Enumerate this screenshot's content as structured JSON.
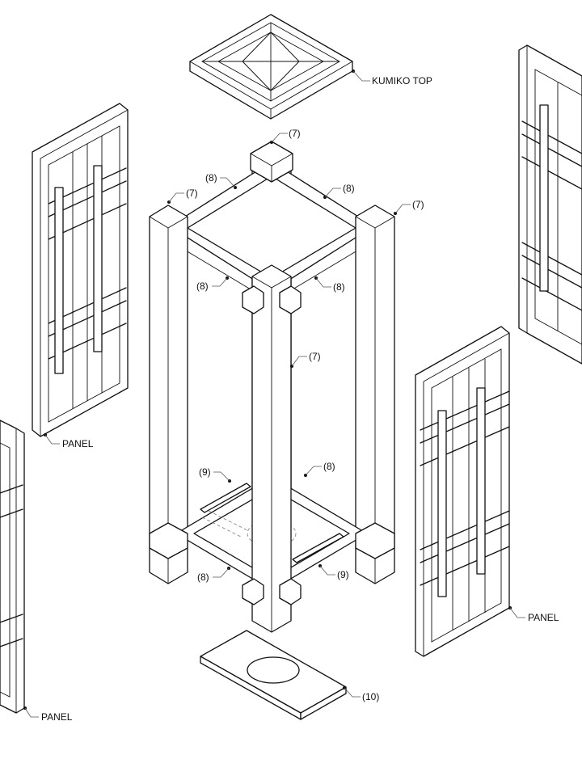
{
  "labels": {
    "kumiko_top": "KUMIKO TOP",
    "panel": "PANEL",
    "post": "(7)",
    "rail": "(8)",
    "ledge": "(9)",
    "base": "(10)"
  }
}
